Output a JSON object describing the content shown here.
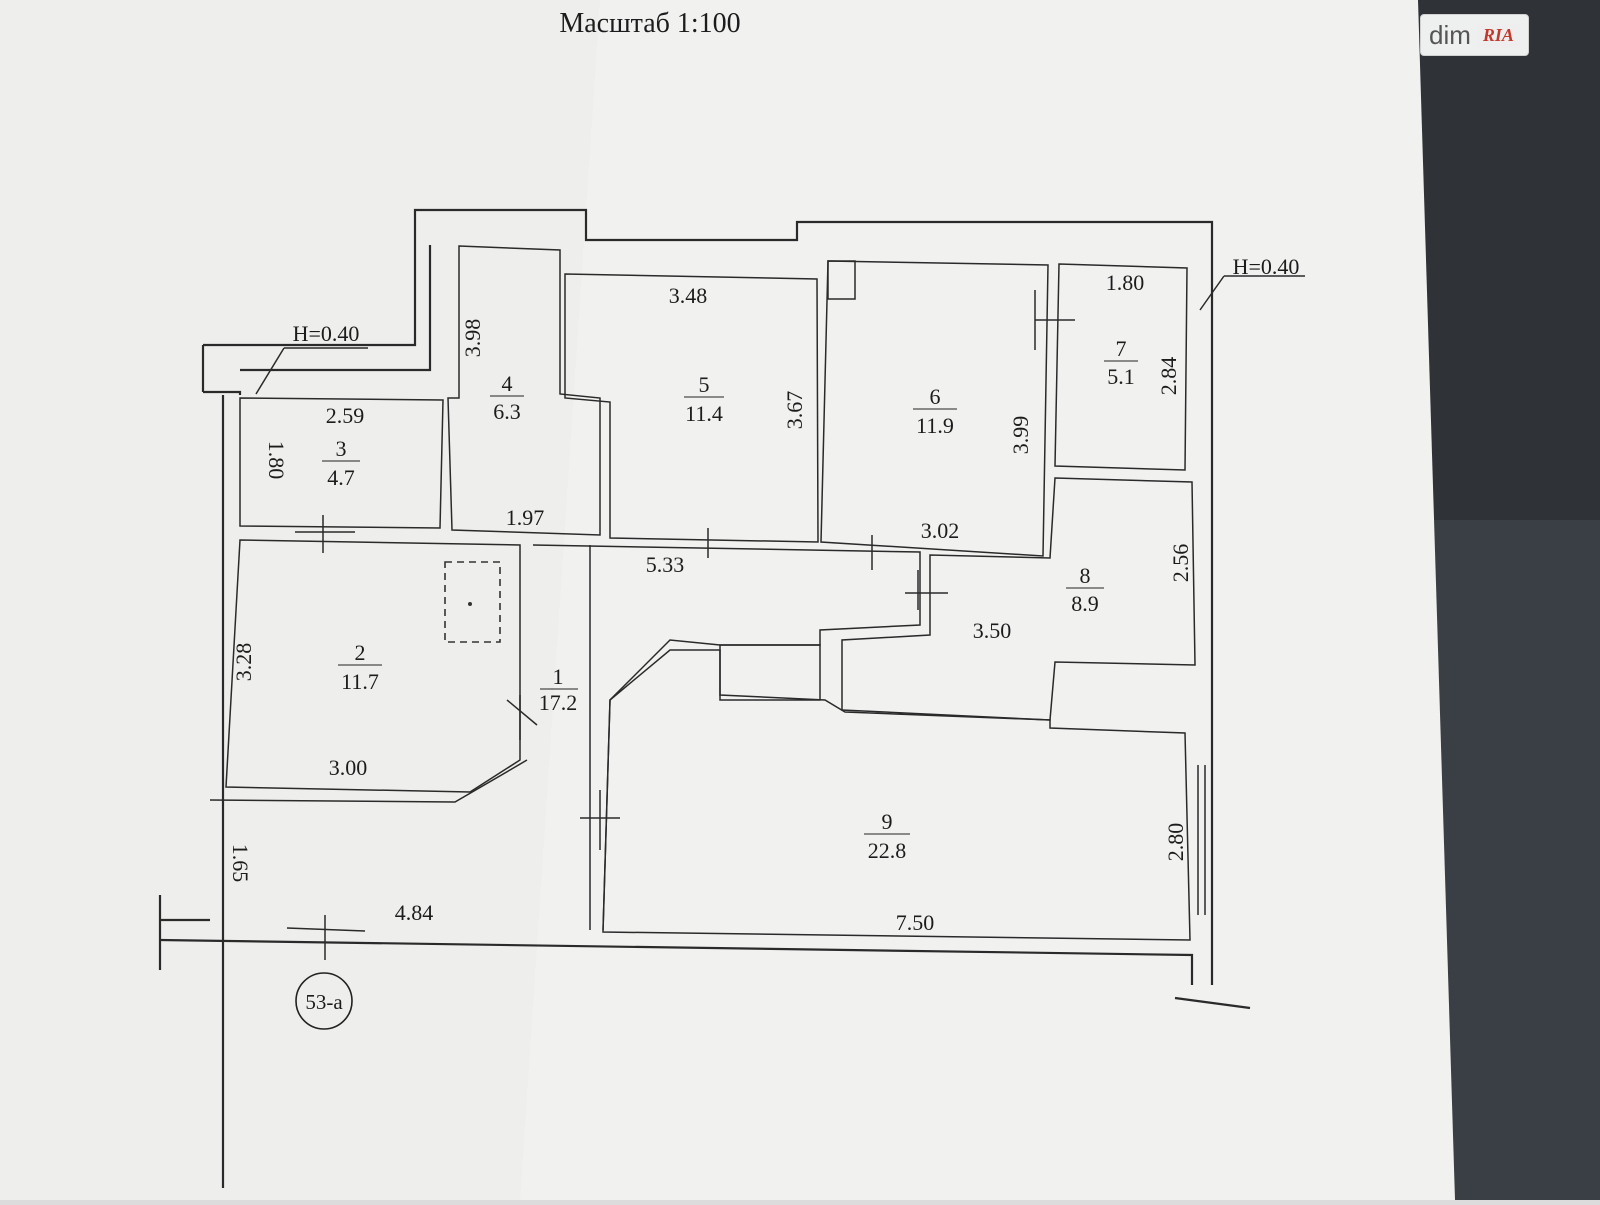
{
  "scale_title": "Масштаб 1:100",
  "height_marks": [
    "Н=0.40",
    "Н=0.40"
  ],
  "rooms": [
    {
      "num": "1",
      "area": "17.2"
    },
    {
      "num": "2",
      "area": "11.7"
    },
    {
      "num": "3",
      "area": "4.7"
    },
    {
      "num": "4",
      "area": "6.3"
    },
    {
      "num": "5",
      "area": "11.4"
    },
    {
      "num": "6",
      "area": "11.9"
    },
    {
      "num": "7",
      "area": "5.1"
    },
    {
      "num": "8",
      "area": "8.9"
    },
    {
      "num": "9",
      "area": "22.8"
    }
  ],
  "dimensions": [
    "2.59",
    "1.80",
    "3.98",
    "3.48",
    "3.67",
    "3.99",
    "1.80",
    "2.84",
    "1.97",
    "5.33",
    "3.02",
    "2.56",
    "3.50",
    "3.28",
    "3.00",
    "1.65",
    "4.84",
    "7.50",
    "2.80"
  ],
  "building_label": "53-а",
  "watermark": {
    "brand": "dim",
    "badge": "RIA"
  },
  "colors": {
    "paper": "#f1f1f0",
    "ink": "#1c1c1c",
    "background": "#2f3338"
  }
}
